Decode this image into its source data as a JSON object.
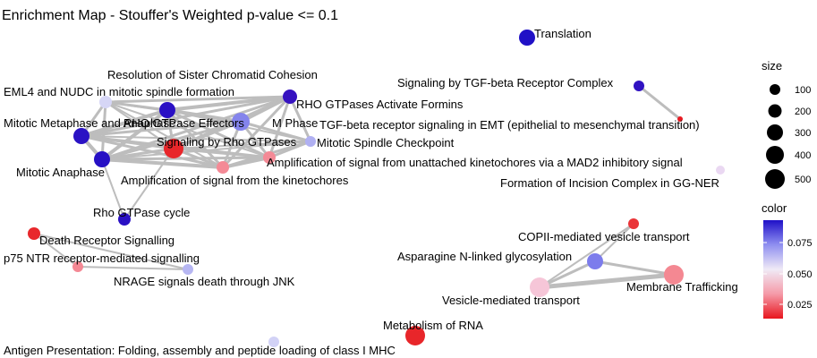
{
  "title": "Enrichment Map - Stouffer's Weighted p-value <= 0.1",
  "legend_size": {
    "title": "size",
    "values": [
      "100",
      "200",
      "300",
      "400",
      "500"
    ]
  },
  "legend_color": {
    "title": "color",
    "ticks": [
      "0.075",
      "0.050",
      "0.025"
    ],
    "gradient": [
      "#1f10c8",
      "#8f8ff0",
      "#f0eaf6",
      "#f59aa8",
      "#e8161e"
    ]
  },
  "nodes": [
    {
      "id": "translation",
      "label": "Translation"
    },
    {
      "id": "resolution",
      "label": "Resolution of Sister Chromatid Cohesion"
    },
    {
      "id": "eml4",
      "label": "EML4 and NUDC in mitotic spindle formation"
    },
    {
      "id": "rho_formins",
      "label": "RHO GTPases Activate Formins"
    },
    {
      "id": "tgf_complex",
      "label": "Signaling by TGF-beta Receptor Complex"
    },
    {
      "id": "mitotic_meta",
      "label": "Mitotic Metaphase and Anaphase"
    },
    {
      "id": "rho_effectors",
      "label": "RHO GTPase Effectors"
    },
    {
      "id": "m_phase",
      "label": "M Phase"
    },
    {
      "id": "tgf_emt",
      "label": "TGF-beta receptor signaling in EMT (epithelial to mesenchymal transition)"
    },
    {
      "id": "sig_rho",
      "label": "Signaling by Rho GTPases"
    },
    {
      "id": "spindle_cp",
      "label": "Mitotic Spindle Checkpoint"
    },
    {
      "id": "amp_mad2",
      "label": "Amplification  of signal from unattached  kinetochores via a MAD2  inhibitory signal"
    },
    {
      "id": "mitotic_ana",
      "label": "Mitotic Anaphase"
    },
    {
      "id": "amp_kin",
      "label": "Amplification of signal from the kinetochores"
    },
    {
      "id": "incision",
      "label": "Formation of Incision Complex in GG-NER"
    },
    {
      "id": "rho_cycle",
      "label": "Rho GTPase cycle"
    },
    {
      "id": "death",
      "label": "Death Receptor Signalling"
    },
    {
      "id": "p75",
      "label": "p75 NTR receptor-mediated signalling"
    },
    {
      "id": "nrage",
      "label": "NRAGE signals death through JNK"
    },
    {
      "id": "copii",
      "label": "COPII-mediated vesicle transport"
    },
    {
      "id": "asparagine",
      "label": "Asparagine N-linked glycosylation"
    },
    {
      "id": "membrane",
      "label": "Membrane Trafficking"
    },
    {
      "id": "vesicle",
      "label": "Vesicle-mediated transport"
    },
    {
      "id": "metab_rna",
      "label": "Metabolism of RNA"
    },
    {
      "id": "antigen",
      "label": "Antigen Presentation: Folding, assembly and peptide loading of class I MHC"
    }
  ]
}
